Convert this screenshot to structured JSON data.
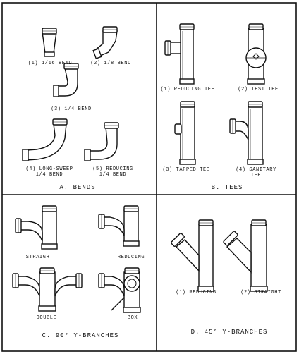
{
  "panels": {
    "a": {
      "title": "A. BENDS",
      "items": [
        {
          "label": "(1) 1/16 BEND"
        },
        {
          "label": "(2) 1/8 BEND"
        },
        {
          "label": "(3) 1/4 BEND"
        },
        {
          "label": "(4) LONG-SWEEP\n1/4 BEND"
        },
        {
          "label": "(5) REDUCING\n1/4 BEND"
        }
      ]
    },
    "b": {
      "title": "B. TEES",
      "items": [
        {
          "label": "(1) REDUCING TEE"
        },
        {
          "label": "(2) TEST TEE"
        },
        {
          "label": "(3) TAPPED TEE"
        },
        {
          "label": "(4) SANITARY\nTEE"
        }
      ]
    },
    "c": {
      "title": "C. 90° Y-BRANCHES",
      "items": [
        {
          "label": "STRAIGHT"
        },
        {
          "label": "REDUCING"
        },
        {
          "label": "DOUBLE"
        },
        {
          "label": "BOX"
        }
      ]
    },
    "d": {
      "title": "D. 45° Y-BRANCHES",
      "items": [
        {
          "label": "(1) REDUCING"
        },
        {
          "label": "(2) STRAIGHT"
        }
      ]
    }
  }
}
